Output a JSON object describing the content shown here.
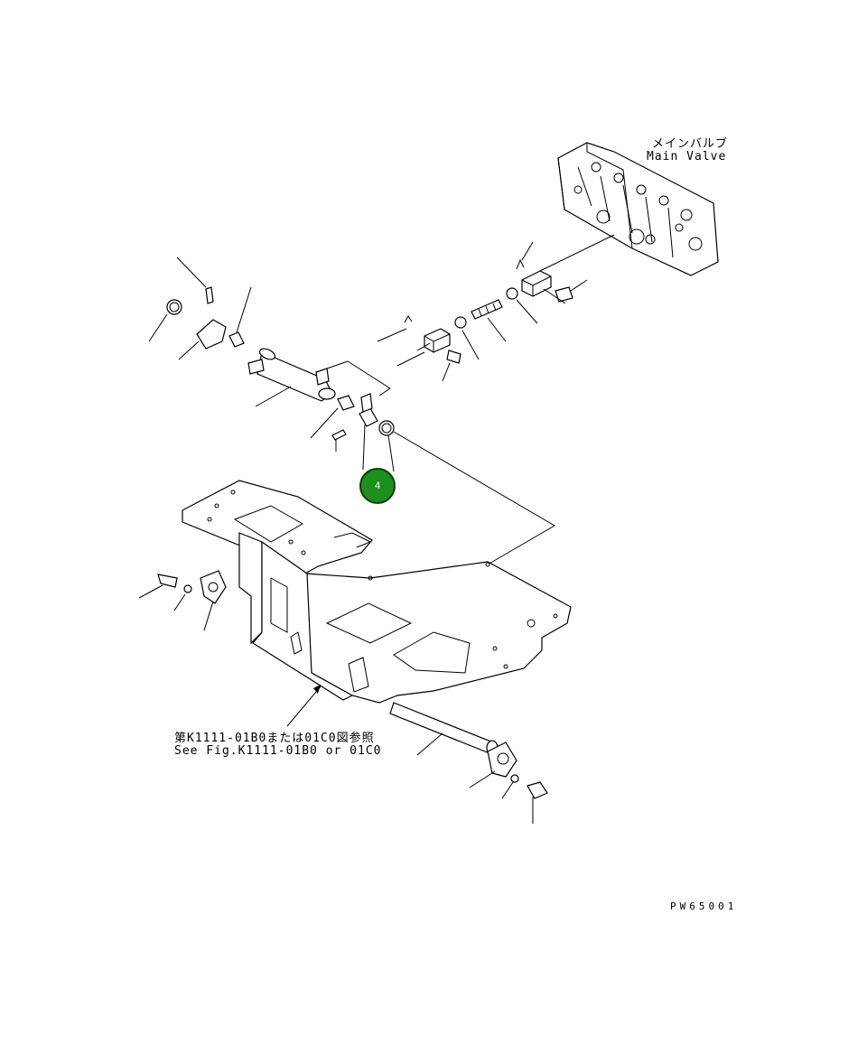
{
  "labels": {
    "main_valve_jp": "メインバルブ",
    "main_valve_en": "Main Valve",
    "ref_jp": "第K1111-01B0または01C0図参照",
    "ref_en": "See Fig.K1111-01B0 or 01C0",
    "drawing_no": "PW65001"
  },
  "callouts": [
    {
      "id": "4",
      "color": "#1c8f1c"
    }
  ]
}
